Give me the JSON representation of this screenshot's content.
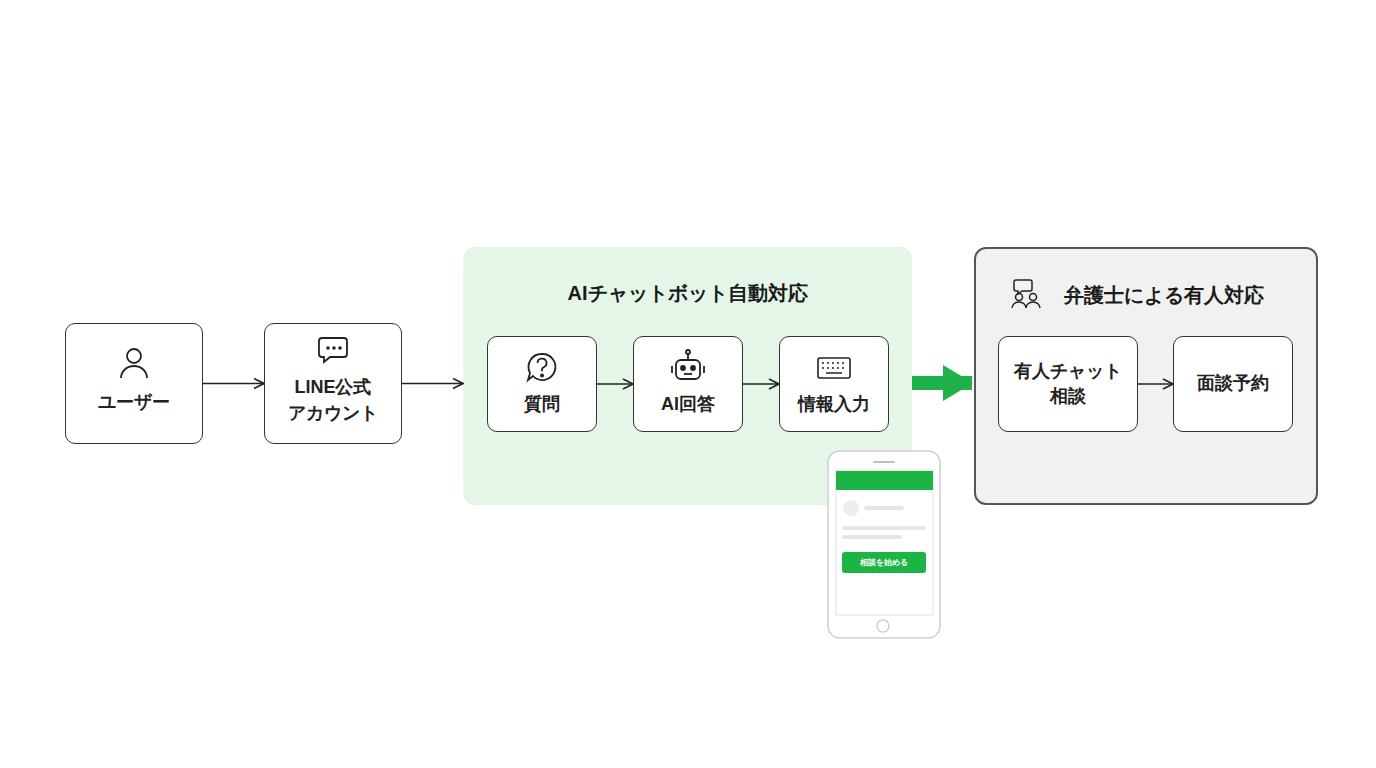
{
  "diagram": {
    "nodes": [
      {
        "text": [
          "ユーザー"
        ]
      },
      {
        "text": [
          "LINE公式 アカウント"
        ]
      },
      {
        "text": [
          "AIチャットボット自動対応"
        ]
      },
      {
        "text": [
          "質問"
        ],
        "in": 2
      },
      {
        "text": [
          "AI回答"
        ],
        "in": 2
      },
      {
        "text": [
          "情報入力"
        ],
        "in": 2
      },
      {
        "text": [
          "弁護士による有人対応"
        ]
      },
      {
        "text": [
          "有人チャット 相談"
        ],
        "in": 6
      },
      {
        "text": [
          "面談予約"
        ],
        "in": 6
      }
    ],
    "edges": [
      {
        "from": 0,
        "to": 1,
        "arrow": "to"
      },
      {
        "from": 1,
        "to": 2,
        "arrow": "to"
      },
      {
        "from": 3,
        "to": 4,
        "arrow": "to"
      },
      {
        "from": 4,
        "to": 5,
        "arrow": "to"
      },
      {
        "from": 2,
        "to": 6,
        "arrow": "to"
      },
      {
        "from": 7,
        "to": 8,
        "arrow": "to"
      }
    ],
    "labels": [
      "相談を始める"
    ]
  }
}
